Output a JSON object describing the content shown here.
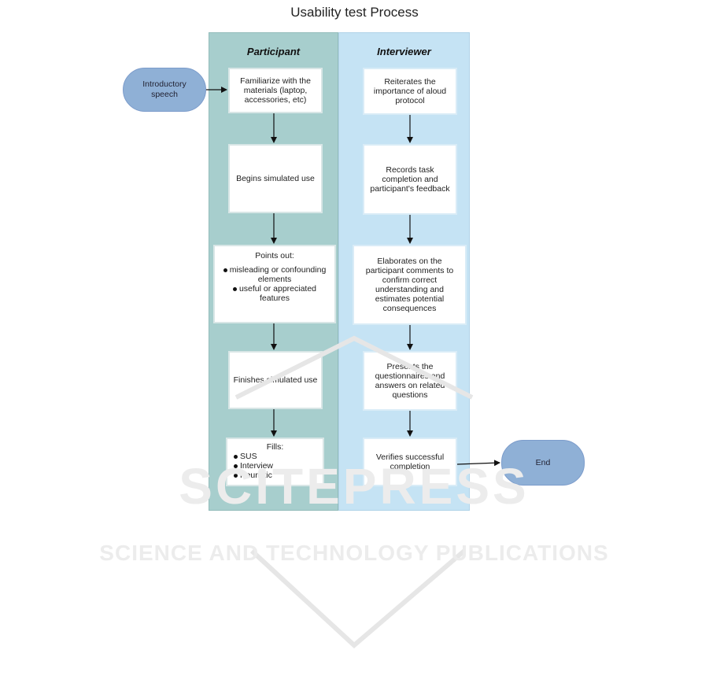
{
  "title": "Usability test Process",
  "lanes": {
    "participant": "Participant",
    "interviewer": "Interviewer"
  },
  "terminals": {
    "start": "Introductory\nspeech",
    "end": "End"
  },
  "participant_steps": {
    "familiarize": "Familiarize with the materials (laptop, accessories, etc)",
    "begins": "Begins simulated use",
    "points_out": {
      "title": "Points out:",
      "items": [
        "misleading or confounding elements",
        "useful or appreciated features"
      ]
    },
    "finishes": "Finishes simulated use",
    "fills": {
      "title": "Fills:",
      "items": [
        "SUS",
        "Interview",
        "Heuristic"
      ]
    }
  },
  "interviewer_steps": {
    "reiterates": "Reiterates the importance of aloud protocol",
    "records": "Records task completion and participant's feedback",
    "elaborates": "Elaborates on the participant comments to confirm  correct understanding and estimates potential consequences",
    "presents": "Presents the questionnaires and answers on related questions",
    "verifies": "Verifies successful completion"
  },
  "watermark": {
    "line1": "SCITEPRESS",
    "line2": "SCIENCE AND TECHNOLOGY PUBLICATIONS"
  }
}
